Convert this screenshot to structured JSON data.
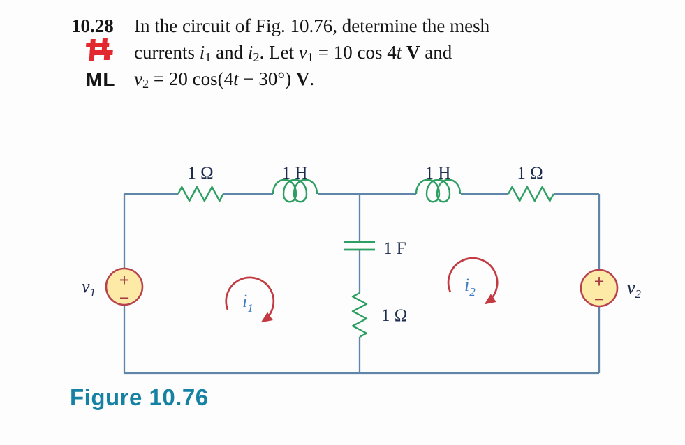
{
  "problem": {
    "number": "10.28",
    "ml_badge": "ML",
    "icon_name": "pspice-hash-icon",
    "line1": "In the circuit of Fig. 10.76, determine the mesh",
    "line2_segments": [
      {
        "t": "currents "
      },
      {
        "t": "i",
        "s": "i"
      },
      {
        "t": "1",
        "s": "sub"
      },
      {
        "t": " and "
      },
      {
        "t": "i",
        "s": "i"
      },
      {
        "t": "2",
        "s": "sub"
      },
      {
        "t": ". Let "
      },
      {
        "t": "v",
        "s": "i"
      },
      {
        "t": "1",
        "s": "sub"
      },
      {
        "t": " = 10 cos 4"
      },
      {
        "t": "t",
        "s": "i"
      },
      {
        "t": " "
      },
      {
        "t": "V",
        "s": "b"
      },
      {
        "t": " and"
      }
    ],
    "line3_segments": [
      {
        "t": "v",
        "s": "i"
      },
      {
        "t": "2",
        "s": "sub"
      },
      {
        "t": " = 20 cos(4"
      },
      {
        "t": "t",
        "s": "i"
      },
      {
        "t": " − 30°) "
      },
      {
        "t": "V",
        "s": "b"
      },
      {
        "t": "."
      }
    ]
  },
  "figure": {
    "caption": "Figure 10.76"
  },
  "circuit": {
    "colors": {
      "wire": "#5f86a9",
      "component": "#2e9f62",
      "arrow": "#c23b42",
      "label": "#1d2b4d",
      "current_label": "#3d7ec2",
      "source_fill": "#fdeaa6",
      "source_border": "#b5424d",
      "polarity": "#a33a44",
      "caption": "#1682a3",
      "icon_red": "#e32930"
    },
    "components": {
      "r_top_left": {
        "label": "1 Ω",
        "type": "resistor"
      },
      "l_top_left": {
        "label": "1 H",
        "type": "inductor"
      },
      "l_top_right": {
        "label": "1 H",
        "type": "inductor"
      },
      "r_top_right": {
        "label": "1 Ω",
        "type": "resistor"
      },
      "c_middle": {
        "label": "1 F",
        "type": "capacitor"
      },
      "r_middle": {
        "label": "1 Ω",
        "type": "resistor"
      }
    },
    "sources": {
      "v1": {
        "name": "v",
        "sub": "1",
        "plus": "+",
        "minus": "−"
      },
      "v2": {
        "name": "v",
        "sub": "2",
        "plus": "+",
        "minus": "−"
      }
    },
    "mesh_currents": {
      "i1": {
        "name": "i",
        "sub": "1"
      },
      "i2": {
        "name": "i",
        "sub": "2"
      }
    }
  }
}
